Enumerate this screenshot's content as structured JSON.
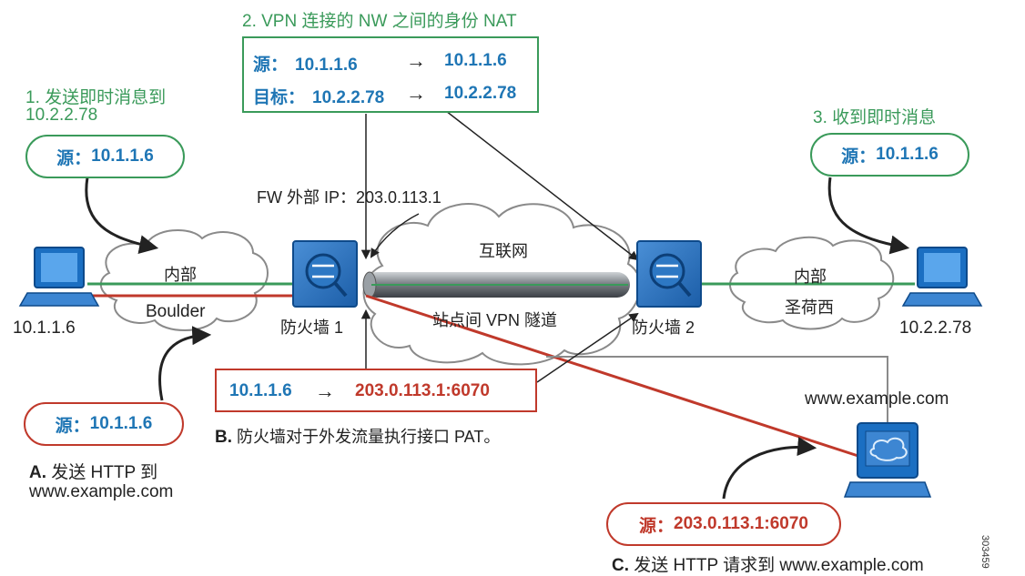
{
  "step1": {
    "label": "1. 发送即时消息到",
    "target": "10.2.2.78",
    "src_label": "源：",
    "src_ip": "10.1.1.6"
  },
  "step2": {
    "label": "2. VPN 连接的 NW 之间的身份 NAT",
    "row1": {
      "label": "源：",
      "from": "10.1.1.6",
      "arrow": "→",
      "to": "10.1.1.6"
    },
    "row2": {
      "label": "目标：",
      "from": "10.2.2.78",
      "arrow": "→",
      "to": "10.2.2.78"
    }
  },
  "step3": {
    "label": "3. 收到即时消息",
    "src_label": "源：",
    "src_ip": "10.1.1.6"
  },
  "fw_outside": "FW 外部 IP：203.0.113.1",
  "internet": "互联网",
  "tunnel": "站点间 VPN 隧道",
  "left_net": {
    "line1": "内部",
    "line2": "Boulder",
    "host_ip": "10.1.1.6"
  },
  "right_net": {
    "line1": "内部",
    "line2": "圣荷西",
    "host_ip": "10.2.2.78"
  },
  "fw1": "防火墙 1",
  "fw2": "防火墙 2",
  "stepB": {
    "from": "10.1.1.6",
    "arrow": "→",
    "to": "203.0.113.1:6070",
    "label_prefix": "B.",
    "label": "防火墙对于外发流量执行接口 PAT。"
  },
  "stepA": {
    "src_label": "源：",
    "src_ip": "10.1.1.6",
    "label_prefix": "A.",
    "line1": "发送 HTTP 到",
    "line2": "www.example.com"
  },
  "server": "www.example.com",
  "stepC": {
    "src_label": "源：",
    "src_ip": "203.0.113.1:6070",
    "label_prefix": "C.",
    "label": "发送 HTTP 请求到 www.example.com"
  },
  "figure_id": "303459",
  "colors": {
    "green": "#3a9a5a",
    "blue": "#1f76b5",
    "red": "#c0392b",
    "host_blue": "#1b6fc2",
    "cloud_border": "#8a8a8a"
  }
}
